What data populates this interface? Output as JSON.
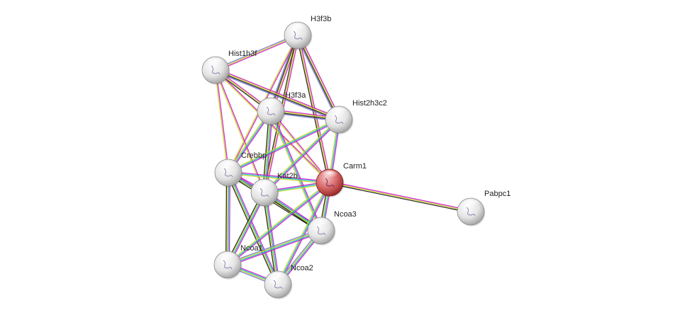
{
  "network": {
    "query_protein": "Carm1",
    "nodes": [
      {
        "id": "H3f3b",
        "label": "H3f3b",
        "query": false
      },
      {
        "id": "Hist1h3f",
        "label": "Hist1h3f",
        "query": false
      },
      {
        "id": "H3f3a",
        "label": "H3f3a",
        "query": false
      },
      {
        "id": "Hist2h3c2",
        "label": "Hist2h3c2",
        "query": false
      },
      {
        "id": "Crebbp",
        "label": "Crebbp",
        "query": false
      },
      {
        "id": "Kat2b",
        "label": "Kat2b",
        "query": false
      },
      {
        "id": "Carm1",
        "label": "Carm1",
        "query": true
      },
      {
        "id": "Pabpc1",
        "label": "Pabpc1",
        "query": false
      },
      {
        "id": "Ncoa3",
        "label": "Ncoa3",
        "query": false
      },
      {
        "id": "Ncoa1",
        "label": "Ncoa1",
        "query": false
      },
      {
        "id": "Ncoa2",
        "label": "Ncoa2",
        "query": false
      }
    ],
    "evidence_colors": {
      "experiments": "#d11ec8",
      "databases": "#1ab8c8",
      "textmining": "#c8d82a",
      "coexpression": "#222222",
      "homology": "#7a7ad6"
    },
    "edges": [
      {
        "source": "H3f3b",
        "target": "Hist1h3f",
        "evidence": [
          "experiments",
          "textmining",
          "homology"
        ]
      },
      {
        "source": "H3f3b",
        "target": "H3f3a",
        "evidence": [
          "experiments",
          "textmining",
          "coexpression",
          "homology"
        ]
      },
      {
        "source": "H3f3b",
        "target": "Hist2h3c2",
        "evidence": [
          "experiments",
          "textmining",
          "coexpression",
          "homology"
        ]
      },
      {
        "source": "H3f3b",
        "target": "Crebbp",
        "evidence": [
          "experiments",
          "textmining"
        ]
      },
      {
        "source": "H3f3b",
        "target": "Kat2b",
        "evidence": [
          "experiments",
          "textmining",
          "coexpression"
        ]
      },
      {
        "source": "H3f3b",
        "target": "Carm1",
        "evidence": [
          "experiments",
          "textmining",
          "coexpression"
        ]
      },
      {
        "source": "Hist1h3f",
        "target": "H3f3a",
        "evidence": [
          "experiments",
          "textmining",
          "coexpression"
        ]
      },
      {
        "source": "Hist1h3f",
        "target": "Hist2h3c2",
        "evidence": [
          "experiments",
          "textmining",
          "coexpression",
          "homology"
        ]
      },
      {
        "source": "Hist1h3f",
        "target": "Crebbp",
        "evidence": [
          "experiments",
          "textmining"
        ]
      },
      {
        "source": "Hist1h3f",
        "target": "Kat2b",
        "evidence": [
          "experiments",
          "textmining"
        ]
      },
      {
        "source": "Hist1h3f",
        "target": "Carm1",
        "evidence": [
          "experiments",
          "textmining"
        ]
      },
      {
        "source": "H3f3a",
        "target": "Hist2h3c2",
        "evidence": [
          "experiments",
          "textmining",
          "coexpression",
          "homology"
        ]
      },
      {
        "source": "H3f3a",
        "target": "Crebbp",
        "evidence": [
          "experiments",
          "databases",
          "textmining"
        ]
      },
      {
        "source": "H3f3a",
        "target": "Kat2b",
        "evidence": [
          "experiments",
          "databases",
          "textmining",
          "coexpression"
        ]
      },
      {
        "source": "H3f3a",
        "target": "Carm1",
        "evidence": [
          "experiments",
          "textmining"
        ]
      },
      {
        "source": "H3f3a",
        "target": "Ncoa3",
        "evidence": [
          "experiments",
          "databases",
          "textmining"
        ]
      },
      {
        "source": "Hist2h3c2",
        "target": "Crebbp",
        "evidence": [
          "experiments",
          "databases",
          "textmining"
        ]
      },
      {
        "source": "Hist2h3c2",
        "target": "Kat2b",
        "evidence": [
          "experiments",
          "databases",
          "textmining"
        ]
      },
      {
        "source": "Hist2h3c2",
        "target": "Carm1",
        "evidence": [
          "experiments",
          "databases",
          "textmining"
        ]
      },
      {
        "source": "Crebbp",
        "target": "Kat2b",
        "evidence": [
          "experiments",
          "databases",
          "textmining",
          "coexpression"
        ]
      },
      {
        "source": "Crebbp",
        "target": "Carm1",
        "evidence": [
          "experiments",
          "databases",
          "textmining"
        ]
      },
      {
        "source": "Crebbp",
        "target": "Ncoa3",
        "evidence": [
          "experiments",
          "databases",
          "textmining",
          "coexpression"
        ]
      },
      {
        "source": "Crebbp",
        "target": "Ncoa1",
        "evidence": [
          "experiments",
          "databases",
          "textmining",
          "coexpression"
        ]
      },
      {
        "source": "Crebbp",
        "target": "Ncoa2",
        "evidence": [
          "experiments",
          "databases",
          "textmining",
          "coexpression"
        ]
      },
      {
        "source": "Kat2b",
        "target": "Carm1",
        "evidence": [
          "experiments",
          "databases",
          "textmining"
        ]
      },
      {
        "source": "Kat2b",
        "target": "Ncoa3",
        "evidence": [
          "experiments",
          "databases",
          "textmining",
          "coexpression"
        ]
      },
      {
        "source": "Kat2b",
        "target": "Ncoa1",
        "evidence": [
          "experiments",
          "databases",
          "textmining",
          "coexpression"
        ]
      },
      {
        "source": "Kat2b",
        "target": "Ncoa2",
        "evidence": [
          "experiments",
          "databases",
          "textmining",
          "coexpression"
        ]
      },
      {
        "source": "Carm1",
        "target": "Ncoa3",
        "evidence": [
          "experiments",
          "databases",
          "textmining",
          "coexpression"
        ]
      },
      {
        "source": "Carm1",
        "target": "Ncoa1",
        "evidence": [
          "experiments",
          "databases",
          "textmining"
        ]
      },
      {
        "source": "Carm1",
        "target": "Ncoa2",
        "evidence": [
          "experiments",
          "databases",
          "textmining"
        ]
      },
      {
        "source": "Carm1",
        "target": "Pabpc1",
        "evidence": [
          "experiments",
          "textmining",
          "coexpression"
        ]
      },
      {
        "source": "Ncoa3",
        "target": "Ncoa1",
        "evidence": [
          "experiments",
          "databases",
          "textmining",
          "homology"
        ]
      },
      {
        "source": "Ncoa3",
        "target": "Ncoa2",
        "evidence": [
          "experiments",
          "databases",
          "textmining",
          "homology"
        ]
      },
      {
        "source": "Ncoa1",
        "target": "Ncoa2",
        "evidence": [
          "experiments",
          "databases",
          "textmining",
          "homology"
        ]
      }
    ]
  }
}
